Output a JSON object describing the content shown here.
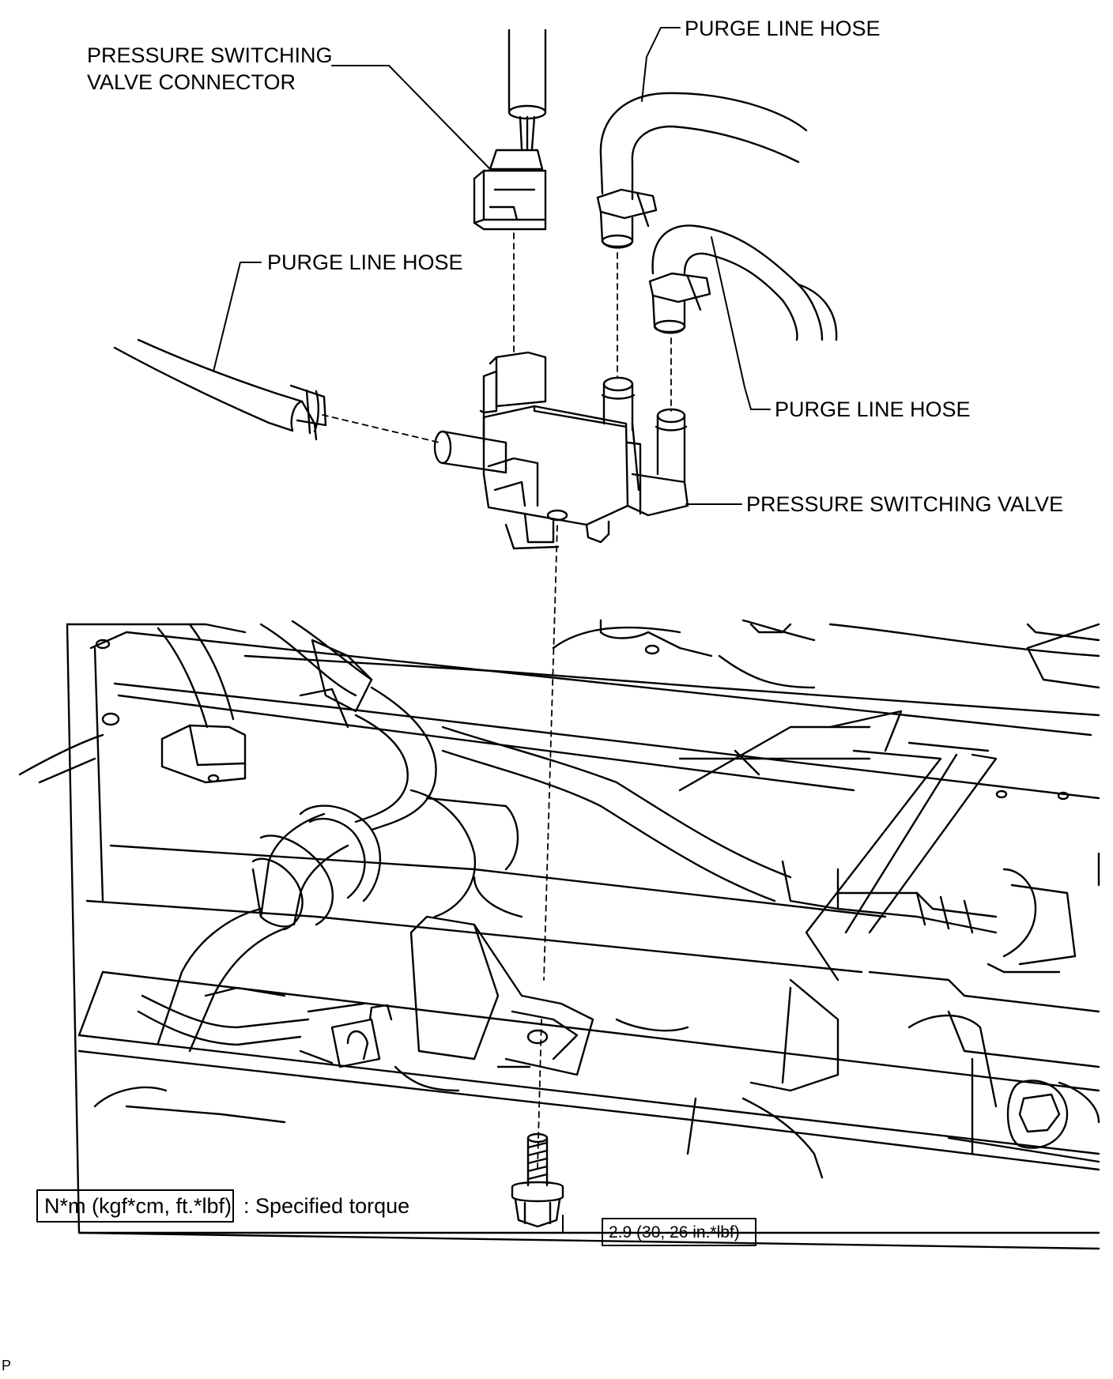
{
  "labels": {
    "pressure_switching_valve_connector_line1": "PRESSURE SWITCHING",
    "pressure_switching_valve_connector_line2": "VALVE CONNECTOR",
    "purge_line_hose_top": "PURGE LINE HOSE",
    "purge_line_hose_left": "PURGE LINE HOSE",
    "purge_line_hose_right": "PURGE LINE HOSE",
    "pressure_switching_valve": "PRESSURE SWITCHING VALVE"
  },
  "legend": {
    "unit_box": "N*m (kgf*cm, ft.*lbf)",
    "unit_desc": ": Specified torque"
  },
  "torque_value": "2.9 (30, 26 in.*lbf)",
  "corner_mark": "P",
  "colors": {
    "line": "#000000",
    "background": "#ffffff"
  }
}
